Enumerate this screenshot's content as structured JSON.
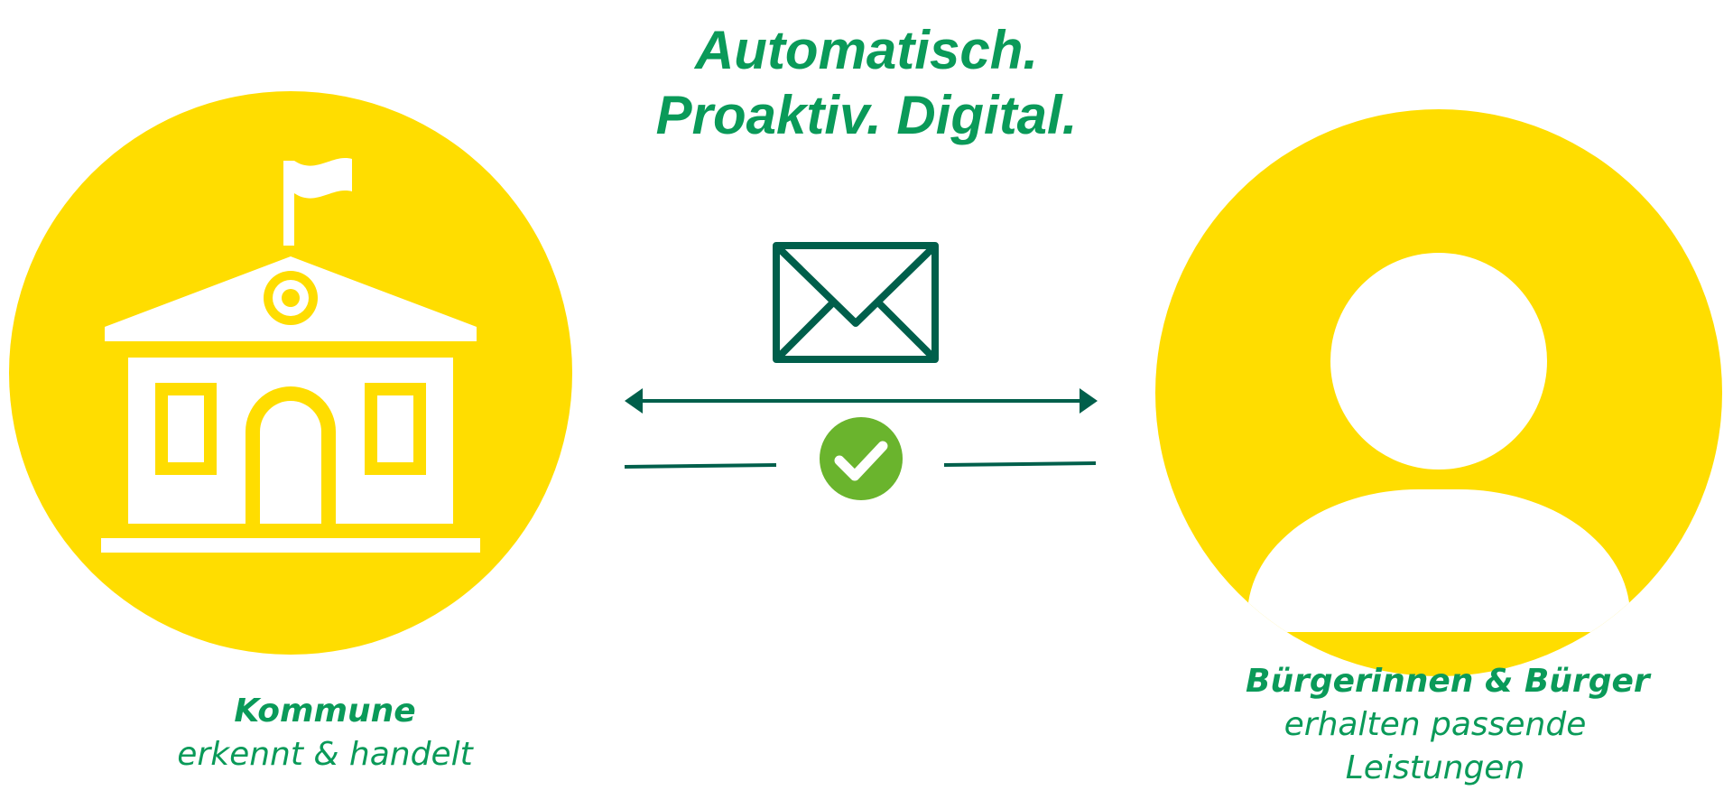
{
  "headline": {
    "line1": "Automatisch.",
    "line2": "Proaktiv. Digital."
  },
  "left": {
    "title": "Kommune",
    "subtitle": "erkennt & handelt",
    "icon": "town-hall-icon"
  },
  "right": {
    "title": "Bürgerinnen & Bürger",
    "subtitle_line1": "erhalten passende",
    "subtitle_line2": "Leistungen",
    "icon": "person-icon"
  },
  "center": {
    "message_icon": "envelope-icon",
    "arrow_icon": "double-arrow-icon",
    "check_icon": "check-circle-icon"
  },
  "colors": {
    "yellow": "#ffdd00",
    "green_text": "#0a9a59",
    "dark_green": "#005f4b",
    "check_green": "#6ab42d",
    "white": "#ffffff"
  }
}
